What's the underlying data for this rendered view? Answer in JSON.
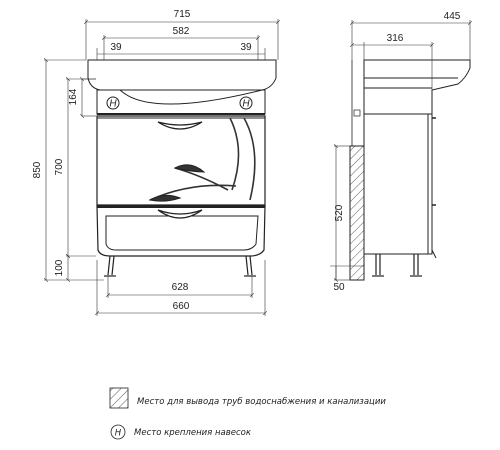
{
  "dimensions": {
    "overall_width": "715",
    "inner_width": "582",
    "left_offset": "39",
    "right_offset": "39",
    "top_height": "164",
    "body_height": "700",
    "total_height": "850",
    "leg_height": "100",
    "base_width": "628",
    "body_width": "660",
    "side_depth_total": "445",
    "side_depth_inner": "316",
    "pipe_zone_height": "520",
    "pipe_zone_bottom": "50"
  },
  "markers": {
    "mount_symbol": "H"
  },
  "legend": {
    "pipes_text": "Место для вывода труб водоснабжения и канализации",
    "mount_text": "Место крепления навесок",
    "mount_symbol": "H"
  }
}
